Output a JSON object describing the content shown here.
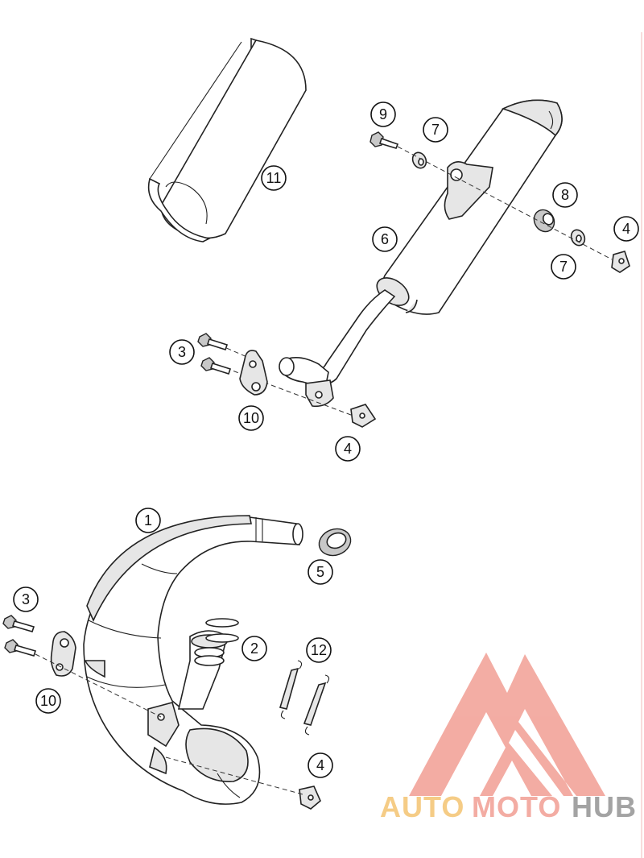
{
  "callouts": {
    "c1": "1",
    "c2": "2",
    "c3a": "3",
    "c3b": "3",
    "c4a": "4",
    "c4b": "4",
    "c4c": "4",
    "c5": "5",
    "c6": "6",
    "c7a": "7",
    "c7b": "7",
    "c8": "8",
    "c9": "9",
    "c10a": "10",
    "c10b": "10",
    "c11": "11",
    "c12": "12"
  },
  "watermark": {
    "part1": "AUTO",
    "part2": "MOTO",
    "part3": "HUB",
    "colors": {
      "auto": "#f5c77a",
      "moto": "#f2a49a",
      "hub": "#9a9a9a",
      "logo": "#f2a49a"
    }
  }
}
